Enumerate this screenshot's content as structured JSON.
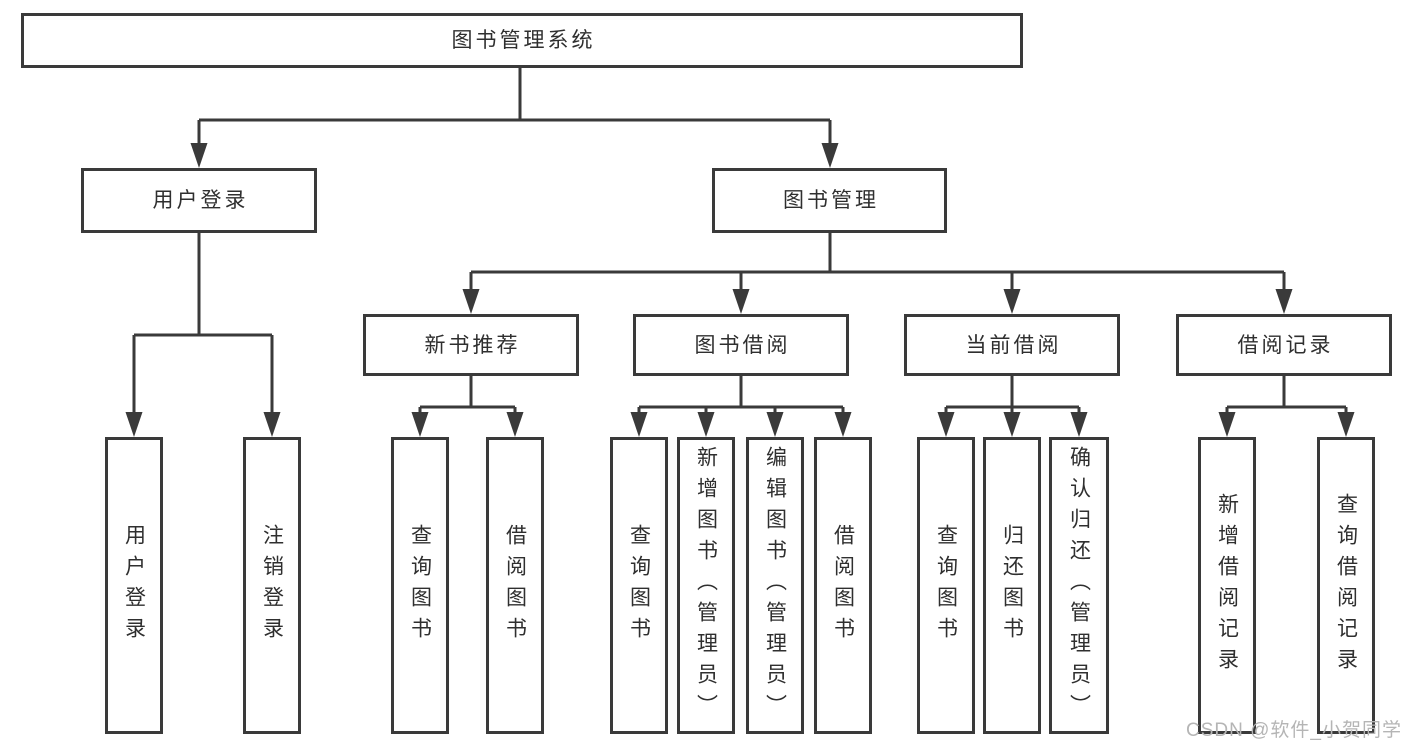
{
  "diagram": {
    "type": "functional-structure-tree",
    "colors": {
      "line": "#3a3a3a",
      "box_border": "#3a3a3a",
      "text": "#2f2f2f",
      "background": "#ffffff",
      "watermark": "#b5b5b5"
    },
    "tree": {
      "root": {
        "label": "图书管理系统",
        "children": [
          {
            "label": "用户登录",
            "children": [
              {
                "label": "用户登录"
              },
              {
                "label": "注销登录"
              }
            ]
          },
          {
            "label": "图书管理",
            "children": [
              {
                "label": "新书推荐",
                "children": [
                  {
                    "label": "查询图书"
                  },
                  {
                    "label": "借阅图书"
                  }
                ]
              },
              {
                "label": "图书借阅",
                "children": [
                  {
                    "label": "查询图书"
                  },
                  {
                    "label": "新增图书（管理员）"
                  },
                  {
                    "label": "编辑图书（管理员）"
                  },
                  {
                    "label": "借阅图书"
                  }
                ]
              },
              {
                "label": "当前借阅",
                "children": [
                  {
                    "label": "查询图书"
                  },
                  {
                    "label": "归还图书"
                  },
                  {
                    "label": "确认归还（管理员）"
                  }
                ]
              },
              {
                "label": "借阅记录",
                "children": [
                  {
                    "label": "新增借阅记录"
                  },
                  {
                    "label": "查询借阅记录"
                  }
                ]
              }
            ]
          }
        ]
      }
    },
    "watermark": {
      "text": "CSDN @软件_小贺同学"
    }
  }
}
